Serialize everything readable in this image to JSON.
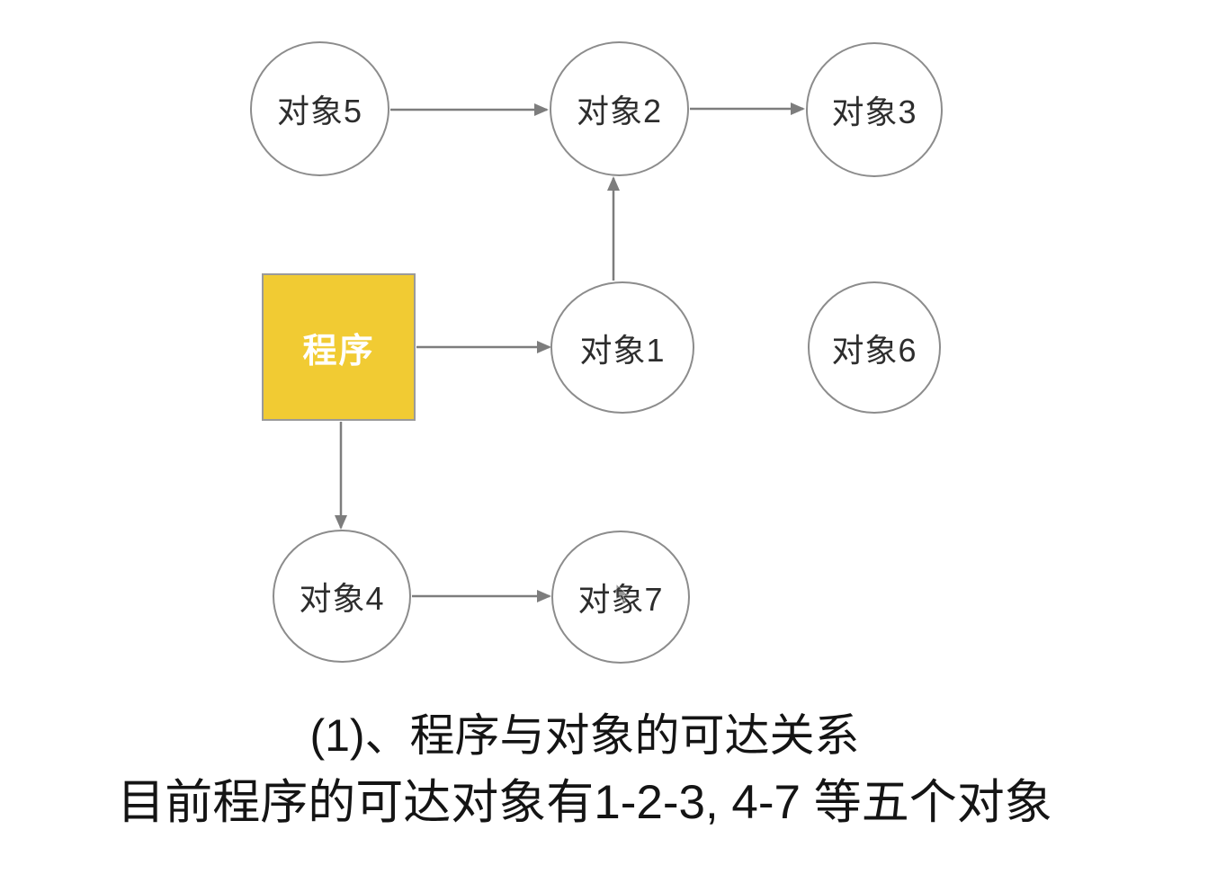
{
  "diagram": {
    "title_hint": "GC reachability graph",
    "nodes": {
      "program": {
        "label": "程序",
        "shape": "square"
      },
      "obj1": {
        "label": "对象1",
        "shape": "circle"
      },
      "obj2": {
        "label": "对象2",
        "shape": "circle"
      },
      "obj3": {
        "label": "对象3",
        "shape": "circle"
      },
      "obj4": {
        "label": "对象4",
        "shape": "circle"
      },
      "obj5": {
        "label": "对象5",
        "shape": "circle"
      },
      "obj6": {
        "label": "对象6",
        "shape": "circle"
      },
      "obj7": {
        "label": "对象7",
        "shape": "circle"
      }
    },
    "edges": [
      {
        "from": "对象5",
        "to": "对象2"
      },
      {
        "from": "对象2",
        "to": "对象3"
      },
      {
        "from": "对象1",
        "to": "对象2"
      },
      {
        "from": "程序",
        "to": "对象1"
      },
      {
        "from": "程序",
        "to": "对象4"
      },
      {
        "from": "对象4",
        "to": "对象7"
      }
    ],
    "colors": {
      "background": "#ffffff",
      "program_fill": "#f1cb33",
      "program_text": "#ffffff",
      "node_border": "#8c8c8c",
      "arrow": "#7d7d7d",
      "label_text": "#2d2d2d",
      "caption_text": "#141414"
    }
  },
  "caption": {
    "line1": "(1)、程序与对象的可达关系",
    "line2": "目前程序的可达对象有1-2-3, 4-7 等五个对象"
  }
}
